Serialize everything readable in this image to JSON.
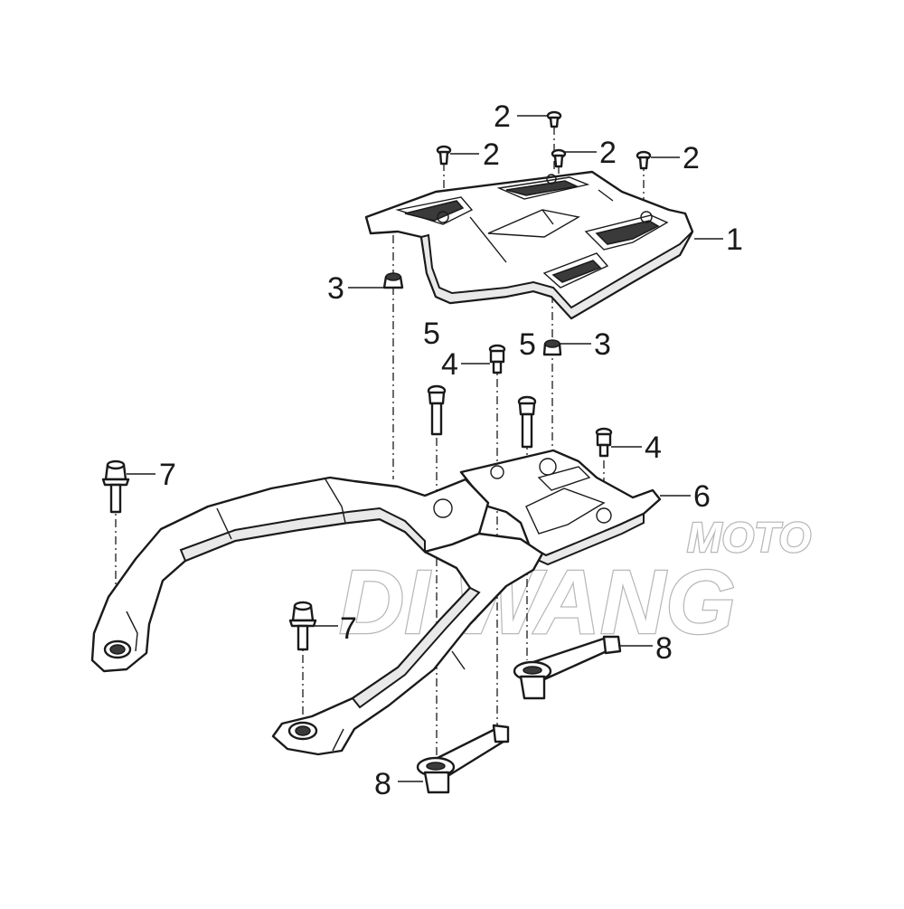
{
  "watermark": {
    "line1": "MOTO",
    "line2": "DI WANG"
  },
  "callouts": [
    {
      "id": "c-2a",
      "text": "2"
    },
    {
      "id": "c-2b",
      "text": "2"
    },
    {
      "id": "c-2c",
      "text": "2"
    },
    {
      "id": "c-2d",
      "text": "2"
    },
    {
      "id": "c-1",
      "text": "1"
    },
    {
      "id": "c-3a",
      "text": "3"
    },
    {
      "id": "c-3b",
      "text": "3"
    },
    {
      "id": "c-5a",
      "text": "5"
    },
    {
      "id": "c-4a",
      "text": "4"
    },
    {
      "id": "c-5b",
      "text": "5"
    },
    {
      "id": "c-4b",
      "text": "4"
    },
    {
      "id": "c-6",
      "text": "6"
    },
    {
      "id": "c-7a",
      "text": "7"
    },
    {
      "id": "c-7b",
      "text": "7"
    },
    {
      "id": "c-8a",
      "text": "8"
    },
    {
      "id": "c-8b",
      "text": "8"
    }
  ]
}
